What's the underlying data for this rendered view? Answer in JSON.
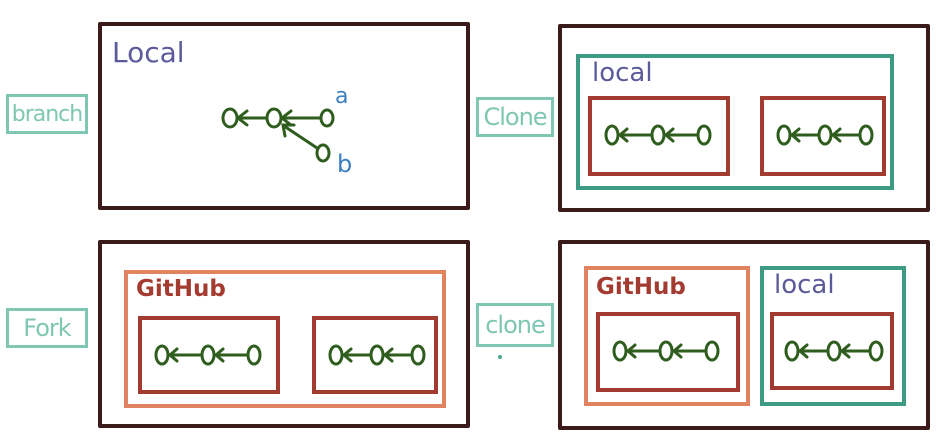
{
  "labels": {
    "branch": "branch",
    "clone_top": "Clone",
    "fork": "Fork",
    "clone_bottom": "clone"
  },
  "titles": {
    "branch_local": "Local",
    "clone_local": "local",
    "fork_github": "GitHub",
    "clone2_github": "GitHub",
    "clone2_local": "local"
  },
  "branch_names": {
    "a": "a",
    "b": "b"
  },
  "colors": {
    "panel_border": "#3b1a1a",
    "teal": "#3d9a83",
    "teal_light": "#7fc7b2",
    "orange": "#e0845f",
    "red": "#a33b30",
    "commit_green": "#2e5d1e",
    "branch_blue": "#3b7fc0",
    "local_purple": "#5c5a9a"
  }
}
